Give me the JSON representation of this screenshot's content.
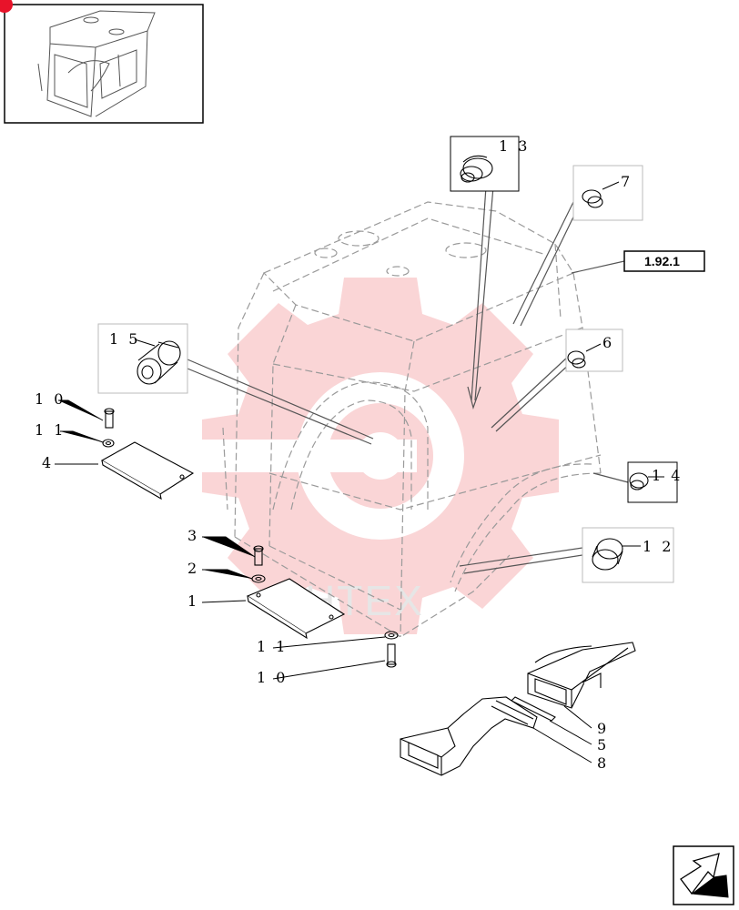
{
  "thumbnail": {
    "badge_color": "#e8132a"
  },
  "reference_box": {
    "text": "1.92.1"
  },
  "watermark": {
    "text": "ИНТЕХ",
    "gear_color": "#f4a3a6"
  },
  "callouts": [
    {
      "id": "c13",
      "text": "1 3"
    },
    {
      "id": "c7",
      "text": "7"
    },
    {
      "id": "c15",
      "text": "1 5"
    },
    {
      "id": "c6",
      "text": "6"
    },
    {
      "id": "c14",
      "text": "1 4"
    },
    {
      "id": "c12",
      "text": "1 2"
    },
    {
      "id": "c10a",
      "text": "1 0"
    },
    {
      "id": "c11a",
      "text": "1 1"
    },
    {
      "id": "c4",
      "text": "4"
    },
    {
      "id": "c3",
      "text": "3"
    },
    {
      "id": "c2",
      "text": "2"
    },
    {
      "id": "c1",
      "text": "1"
    },
    {
      "id": "c11b",
      "text": "1 1"
    },
    {
      "id": "c10b",
      "text": "1 0"
    },
    {
      "id": "c9",
      "text": "9"
    },
    {
      "id": "c5",
      "text": "5"
    },
    {
      "id": "c8",
      "text": "8"
    }
  ],
  "navigation": {
    "icon": "next-page-arrow-icon"
  }
}
